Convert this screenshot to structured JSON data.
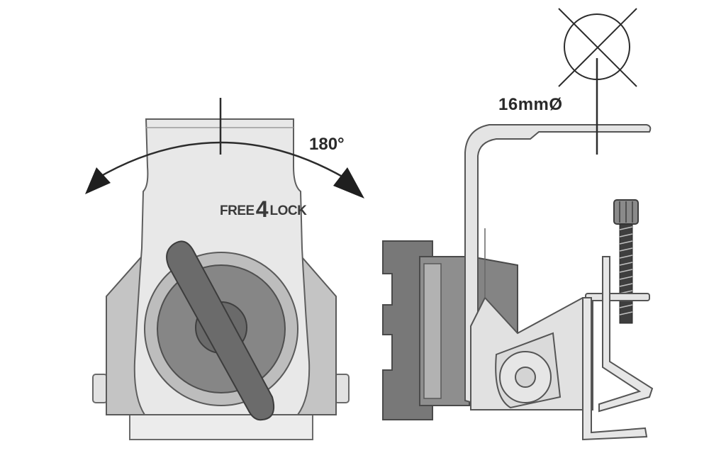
{
  "labels": {
    "rotation_angle": "180°",
    "pipe_diameter": "16mmØ",
    "mode_free": "FREE",
    "mode_digit": "4",
    "mode_lock": "LOCK"
  },
  "colors": {
    "outline": "#555555",
    "light_body": "#e6e6e6",
    "mid_body": "#bdbdbd",
    "dark_disc": "#7d7d7d",
    "darkest": "#5c5c5c"
  }
}
